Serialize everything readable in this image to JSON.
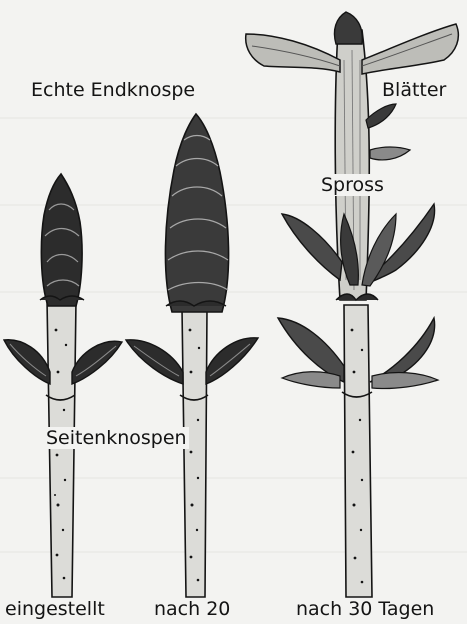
{
  "labels": {
    "terminal_bud": "Echte Endknospe",
    "leaves": "Blätter",
    "shoot": "Spross",
    "lateral_buds": "Seitenknospen"
  },
  "captions": [
    "eingestellt",
    "nach 20",
    "nach 30 Tagen"
  ],
  "colors": {
    "background": "#f3f3f1",
    "ink": "#141414",
    "bud_dark": "#2c2c2c",
    "bud_mid": "#6b6b6b",
    "stem": "#dcdcd8"
  }
}
